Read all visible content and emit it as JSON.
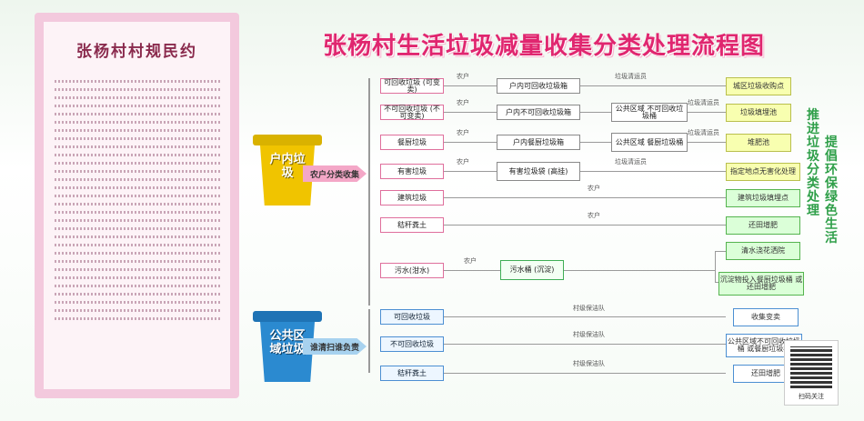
{
  "app": {
    "title": "张杨村生活垃圾减量收集分类处理流程图",
    "left_panel_title": "张杨村村规民约"
  },
  "right_slogans": {
    "col1": "推进垃圾分类处理",
    "col2": "提倡环保绿色生活"
  },
  "bins": [
    {
      "key": "household",
      "label": "户内垃圾"
    },
    {
      "key": "public",
      "label": "公共区域垃圾"
    }
  ],
  "arrows": {
    "top": "农户分类收集",
    "bottom": "谁清扫谁负责"
  },
  "flow_top": [
    {
      "start": "可回收垃圾\n(可变卖)",
      "mid": "户内可回收垃圾箱",
      "end": "城区垃圾收购点",
      "edge1": "农户",
      "edge2": "垃圾清运员"
    },
    {
      "start": "不可回收垃圾\n(不可变卖)",
      "mid": "户内不可回收垃圾箱",
      "mid2": "公共区域\n不可回收垃圾桶",
      "end": "垃圾填埋池",
      "edge1": "农户",
      "edge2": "垃圾清运员"
    },
    {
      "start": "餐厨垃圾",
      "mid": "户内餐厨垃圾箱",
      "mid2": "公共区域\n餐厨垃圾桶",
      "end": "堆肥池",
      "edge1": "农户",
      "edge2": "垃圾清运员"
    },
    {
      "start": "有害垃圾",
      "mid": "有害垃圾袋\n(高挂)",
      "end": "指定地点无害化处理",
      "edge1": "农户",
      "edge2": "垃圾清运员"
    },
    {
      "start": "建筑垃圾",
      "end": "建筑垃圾填埋点",
      "edge1": "农户"
    },
    {
      "start": "秸秆粪土",
      "end": "还田增肥",
      "edge1": "农户"
    },
    {
      "start": "污水(泔水)",
      "mid": "污水桶\n(沉淀)",
      "end": "清水浇花洒院",
      "end2": "沉淀物投入餐厨垃圾桶\n或还田增肥",
      "edge1": "农户"
    }
  ],
  "flow_bottom": [
    {
      "start": "可回收垃圾",
      "end": "收集变卖",
      "edge1": "村级保洁队"
    },
    {
      "start": "不可回收垃圾",
      "end": "公共区域不可回收垃圾桶\n或餐厨垃圾桶",
      "edge1": "村级保洁队"
    },
    {
      "start": "秸秆粪土",
      "end": "还田增肥",
      "edge1": "村级保洁队"
    }
  ],
  "qr_caption": "扫码关注"
}
